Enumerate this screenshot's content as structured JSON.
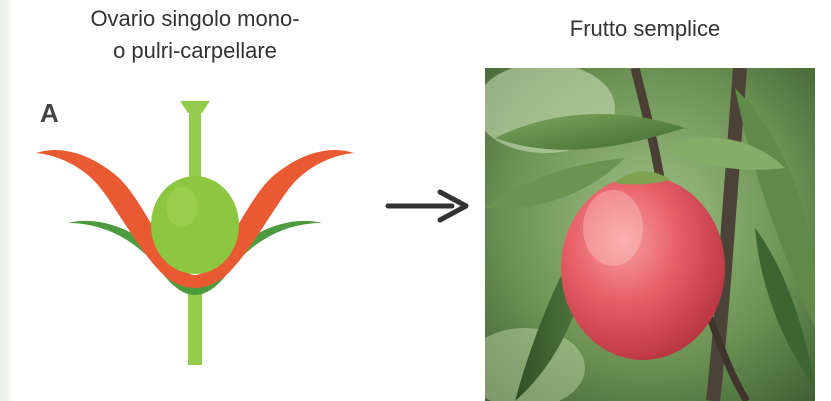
{
  "panel_letter": "A",
  "left_caption": {
    "line1": "Ovario singolo mono-",
    "line2": "o pulri-carpellare"
  },
  "right_caption": "Frutto semplice",
  "colors": {
    "petal_red": "#e95a32",
    "sepal_green": "#4e9a3e",
    "ovary_green": "#8dc63f",
    "fruit_pink": "#e2505a"
  },
  "icons": {
    "arrow": "arrow-right-icon"
  }
}
